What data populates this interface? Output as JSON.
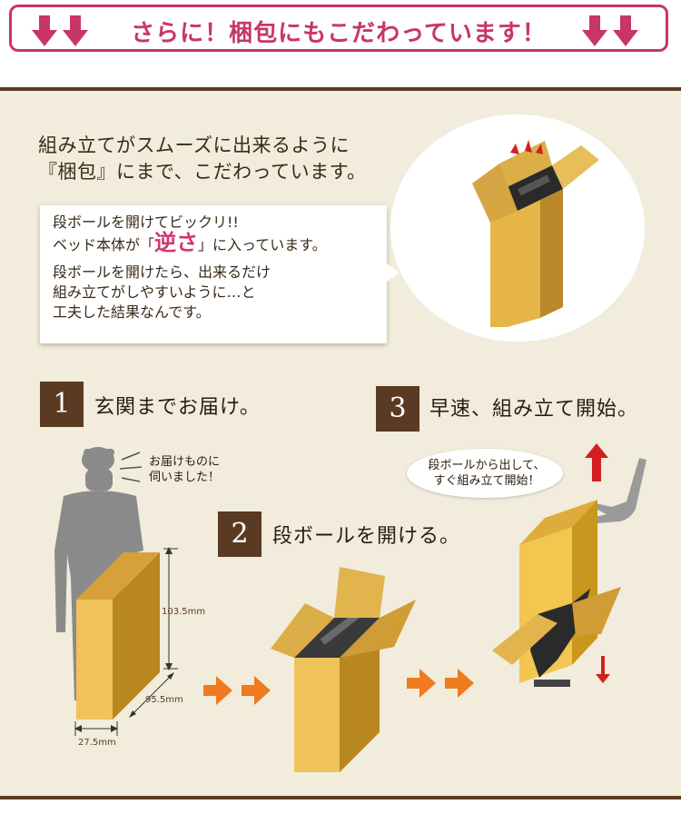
{
  "banner": {
    "title": "さらに！梱包にもこだわっています！",
    "left_arrows_icon": "double-down-arrow-icon",
    "right_arrows_icon": "double-down-arrow-icon",
    "accent_color": "#c8356a"
  },
  "intro": {
    "line1": "組み立てがスムーズに出来るように",
    "line2": "『梱包』にまで、こだわっています。"
  },
  "bubble": {
    "line1": "段ボールを開けてビックリ!!",
    "line2_before": "ベッド本体が「",
    "line2_emph": "逆さ",
    "line2_after": "」に入っています。",
    "line3": "段ボールを開けたら、出来るだけ",
    "line4": "組み立てがしやすいように…と",
    "line5": "工夫した結果なんです。"
  },
  "steps": [
    {
      "number": "1",
      "title": "玄関までお届け。"
    },
    {
      "number": "2",
      "title": "段ボールを開ける。"
    },
    {
      "number": "3",
      "title": "早速、組み立て開始。"
    }
  ],
  "delivery_speech": {
    "line1": "お届けものに",
    "line2": "伺いました！"
  },
  "assembly_speech": {
    "line1": "段ボールから出して、",
    "line2": "すぐ組み立て開始！"
  },
  "dimensions": {
    "height": "103.5mm",
    "depth": "95.5mm",
    "width": "27.5mm"
  },
  "colors": {
    "panel_bg": "#f1ecdc",
    "brown": "#5a3a22",
    "box": "#e6b548",
    "arrow_orange": "#f07a1e",
    "arrow_red": "#d22020"
  }
}
